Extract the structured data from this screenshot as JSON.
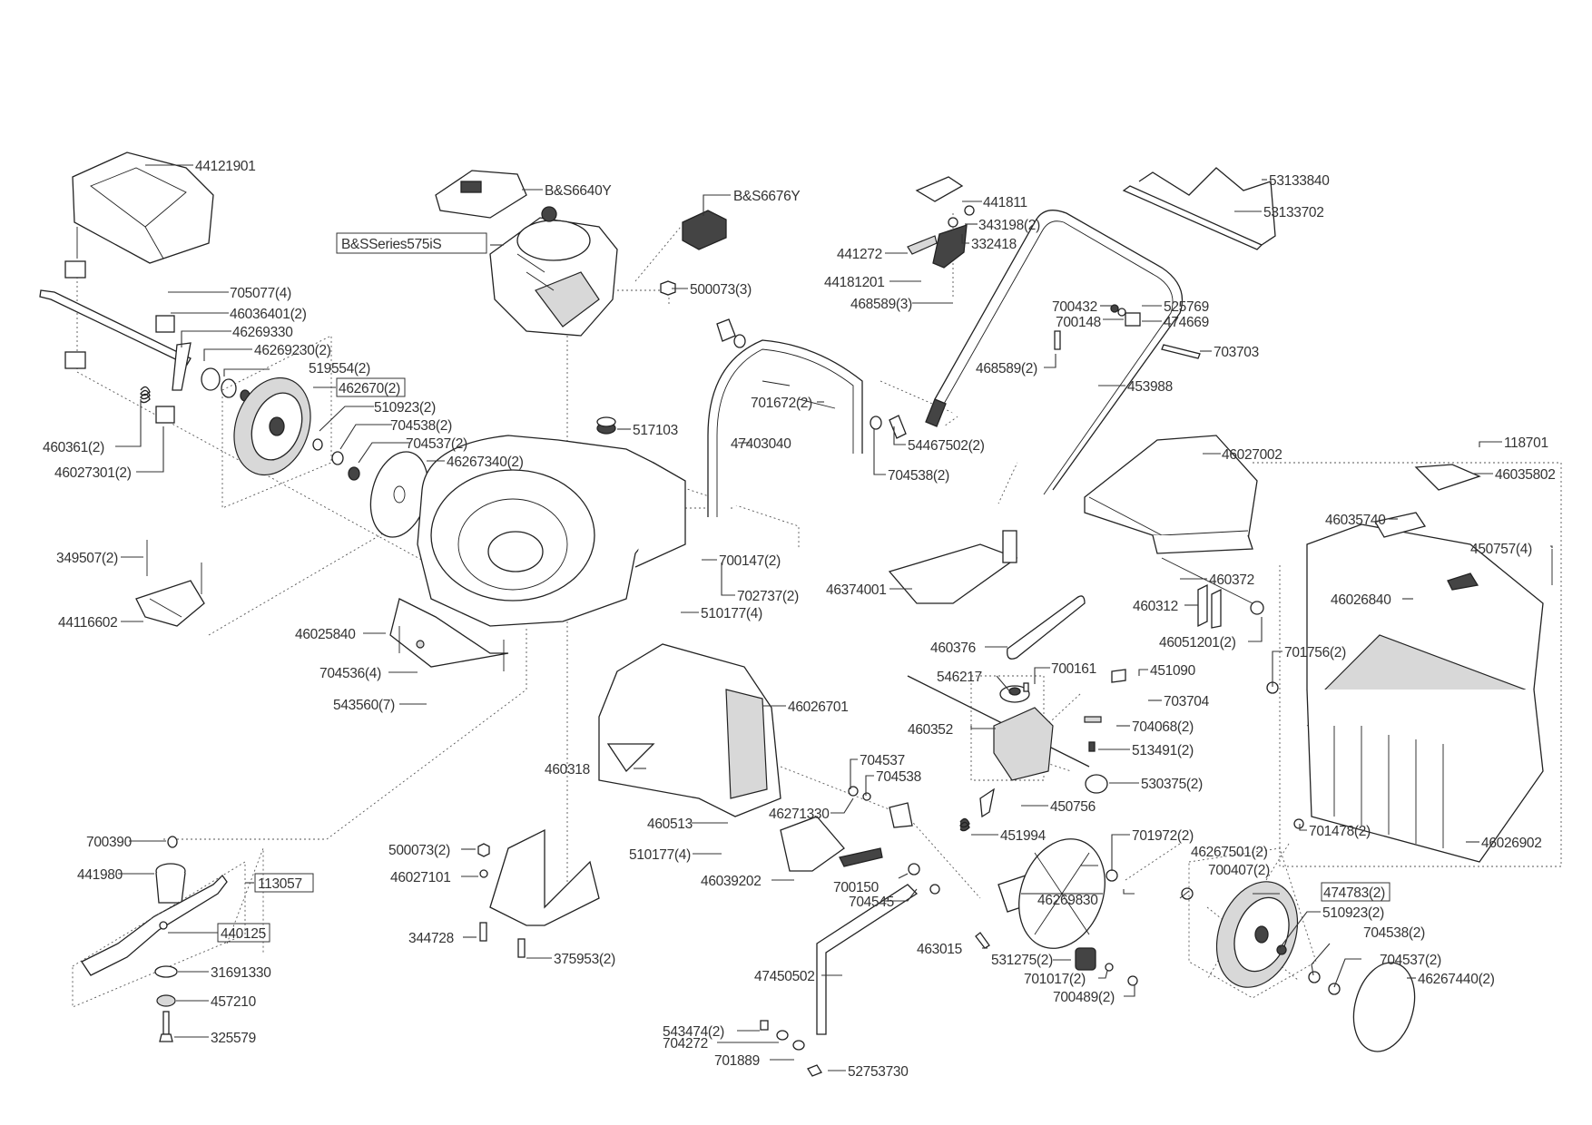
{
  "diagram": {
    "title": "Lawn mower exploded parts diagram",
    "colors": {
      "line": "#333333",
      "background": "#ffffff"
    },
    "parts": {
      "p44121901": "44121901",
      "p705077": "705077(4)",
      "p46036401": "46036401(2)",
      "p46269330": "46269330",
      "p46269230": "46269230(2)",
      "p519554": "519554(2)",
      "p462670": "462670(2)",
      "p510923a": "510923(2)",
      "p704538a": "704538(2)",
      "p704537a": "704537(2)",
      "p46267340": "46267340(2)",
      "p460361": "460361(2)",
      "p46027301": "46027301(2)",
      "pBS6640Y": "B&S6640Y",
      "pBS575": "B&SSeries575iS",
      "pBS6676Y": "B&S6676Y",
      "p500073a": "500073(3)",
      "p517103": "517103",
      "p441811": "441811",
      "p343198": "343198(2)",
      "p332418": "332418",
      "p441272": "441272",
      "p44181201": "44181201",
      "p468589a": "468589(3)",
      "p53133840": "53133840",
      "p53133702": "53133702",
      "p700432": "700432",
      "p700148": "700148",
      "p525769": "525769",
      "p474669": "474669",
      "p468589b": "468589(2)",
      "p703703": "703703",
      "p453988": "453988",
      "p701672": "701672(2)",
      "p47403040": "47403040",
      "p54467502": "54467502(2)",
      "p704538b": "704538(2)",
      "p46027002": "46027002",
      "p118701": "118701",
      "p46035802": "46035802",
      "p46035740": "46035740",
      "p450757": "450757(4)",
      "p46026840": "46026840",
      "p349507": "349507(2)",
      "p44116602": "44116602",
      "p46025840": "46025840",
      "p700147": "700147(2)",
      "p702737": "702737(2)",
      "p510177a": "510177(4)",
      "p704536": "704536(4)",
      "p543560": "543560(7)",
      "p46374001": "46374001",
      "p460372": "460372",
      "p460312": "460312",
      "p46051201": "46051201(2)",
      "p460376": "460376",
      "p546217": "546217",
      "p700161": "700161",
      "p451090": "451090",
      "p703704": "703704",
      "p460352": "460352",
      "p704068": "704068(2)",
      "p513491": "513491(2)",
      "p530375": "530375(2)",
      "p701756": "701756(2)",
      "p701478": "701478(2)",
      "p46026902": "46026902",
      "p46026701": "46026701",
      "p460318": "460318",
      "p704537b": "704537",
      "p704538c": "704538",
      "p450756": "450756",
      "p451994": "451994",
      "p460513": "460513",
      "p510177b": "510177(4)",
      "p46271330": "46271330",
      "p46039202": "46039202",
      "p700150": "700150",
      "p704545": "704545",
      "p701972": "701972(2)",
      "p46267501": "46267501(2)",
      "p700407": "700407(2)",
      "p474783": "474783(2)",
      "p46269830": "46269830",
      "p510923b": "510923(2)",
      "p704538d": "704538(2)",
      "p704537c": "704537(2)",
      "p46267440": "46267440(2)",
      "p463015": "463015",
      "p531275": "531275(2)",
      "p701017": "701017(2)",
      "p700489": "700489(2)",
      "p47450502": "47450502",
      "p543474": "543474(2)",
      "p704272": "704272",
      "p701889": "701889",
      "p52753730": "52753730",
      "p700390": "700390",
      "p441980": "441980",
      "p113057": "113057",
      "p440125": "440125",
      "p31691330": "31691330",
      "p457210": "457210",
      "p325579": "325579",
      "p500073b": "500073(2)",
      "p46027101": "46027101",
      "p344728": "344728",
      "p375953": "375953(2)"
    }
  }
}
